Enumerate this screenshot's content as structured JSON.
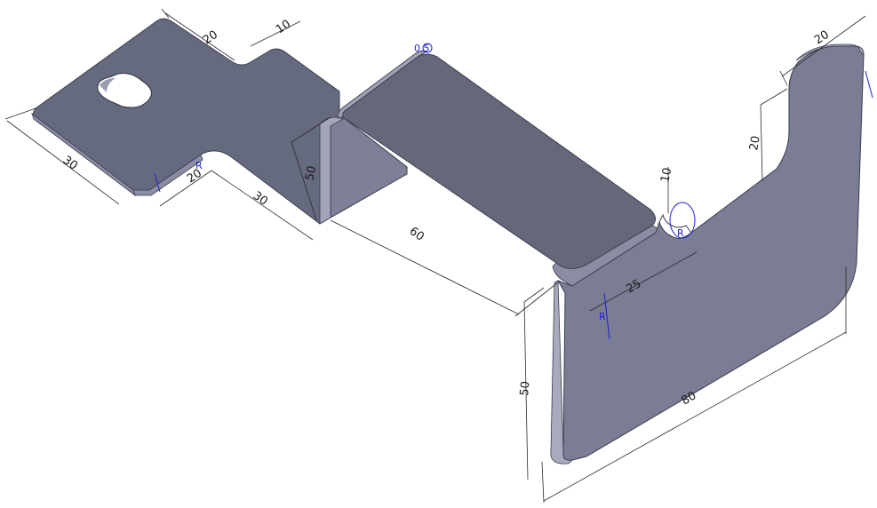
{
  "scene": {
    "background": "#ffffff",
    "colors": {
      "face_top": "#666a7e",
      "face_light": "#7d8096",
      "face_dark": "#55586a",
      "edge_highlight": "#b9bccb",
      "edge_dark": "#3b3d4e",
      "dimension": "#2a2a2a",
      "annotation_blue": "#1f1fd6"
    }
  },
  "dimensions": {
    "d_top_10": "10",
    "d_top_20": "20",
    "d_left_30": "30",
    "d_tab_20": "20",
    "d_tab_30": "30",
    "d_height_50": "50",
    "d_length_60": "60",
    "d_slot_10": "10",
    "d_lip_25": "25",
    "d_vert_50": "50",
    "d_bottom_80": "80",
    "d_flange_20": "20",
    "d_right_top_20": "20"
  },
  "annotations": {
    "top_callout": "0.5",
    "bend_r1": "R",
    "bend_r2": "R",
    "bend_r3": "R"
  }
}
